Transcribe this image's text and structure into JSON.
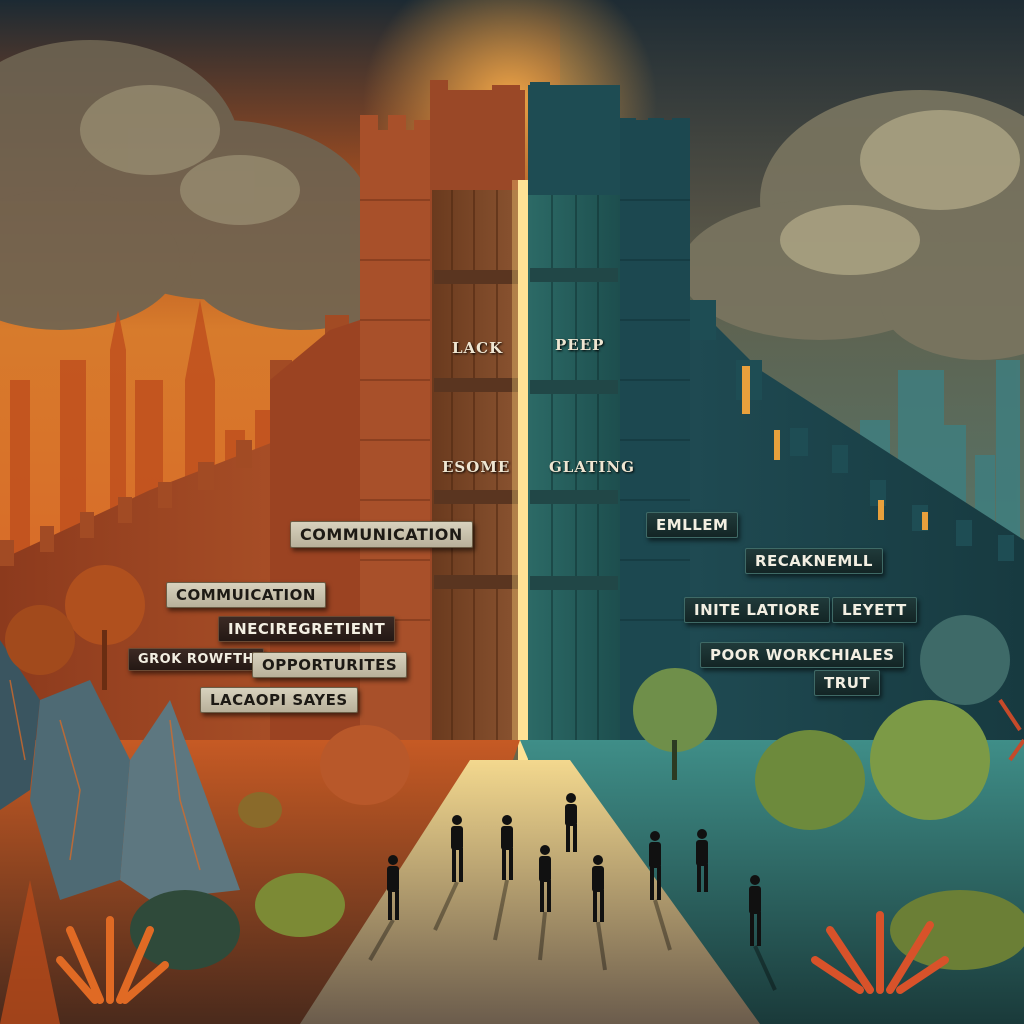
{
  "scene": {
    "left_door_words": [
      "LACK",
      "ESOME"
    ],
    "right_door_words": [
      "PEEP",
      "GLATING"
    ],
    "left_signs": [
      "COMMUNICATION",
      "COMMUICATION",
      "INECIREGRETIENT",
      "GROK ROWFTH",
      "OPPORTURITES",
      "LACAOPI SAYES"
    ],
    "right_signs": [
      "EMLLEM",
      "RECAKNEMLL",
      "INITE LATIORE",
      "LEYETT",
      "POOR WORKCHIALES",
      "TRUT"
    ],
    "colors": {
      "warm": "#d9541d",
      "cool": "#2f7f7a",
      "gap_light": "#ffe9a3"
    }
  }
}
